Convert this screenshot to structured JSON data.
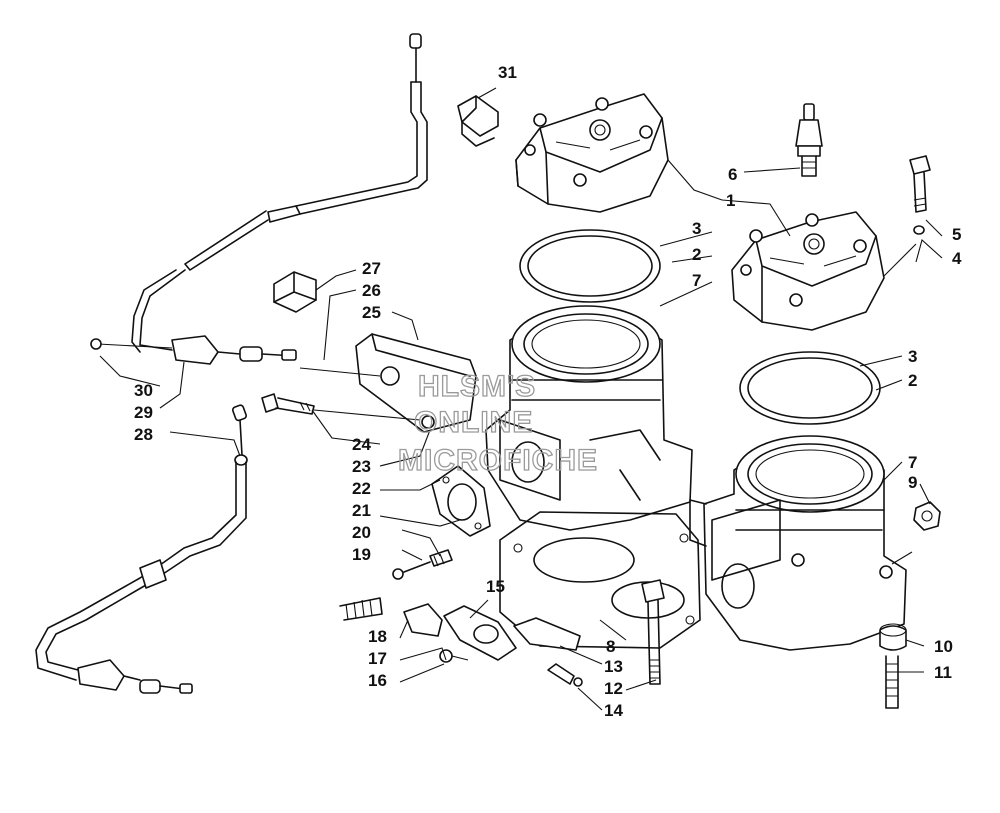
{
  "callouts": {
    "c1": "1",
    "c2a": "2",
    "c2b": "2",
    "c3a": "3",
    "c3b": "3",
    "c4": "4",
    "c5": "5",
    "c6": "6",
    "c7a": "7",
    "c7b": "7",
    "c8": "8",
    "c9": "9",
    "c10": "10",
    "c11": "11",
    "c12": "12",
    "c13": "13",
    "c14": "14",
    "c15": "15",
    "c16": "16",
    "c17": "17",
    "c18": "18",
    "c19": "19",
    "c20": "20",
    "c21": "21",
    "c22": "22",
    "c23": "23",
    "c24": "24",
    "c25": "25",
    "c26": "26",
    "c27": "27",
    "c28": "28",
    "c29": "29",
    "c30": "30",
    "c31": "31"
  },
  "watermark": {
    "line1": "HLSM'S",
    "line2": "ONLINE",
    "line3": "MICROFICHE"
  }
}
